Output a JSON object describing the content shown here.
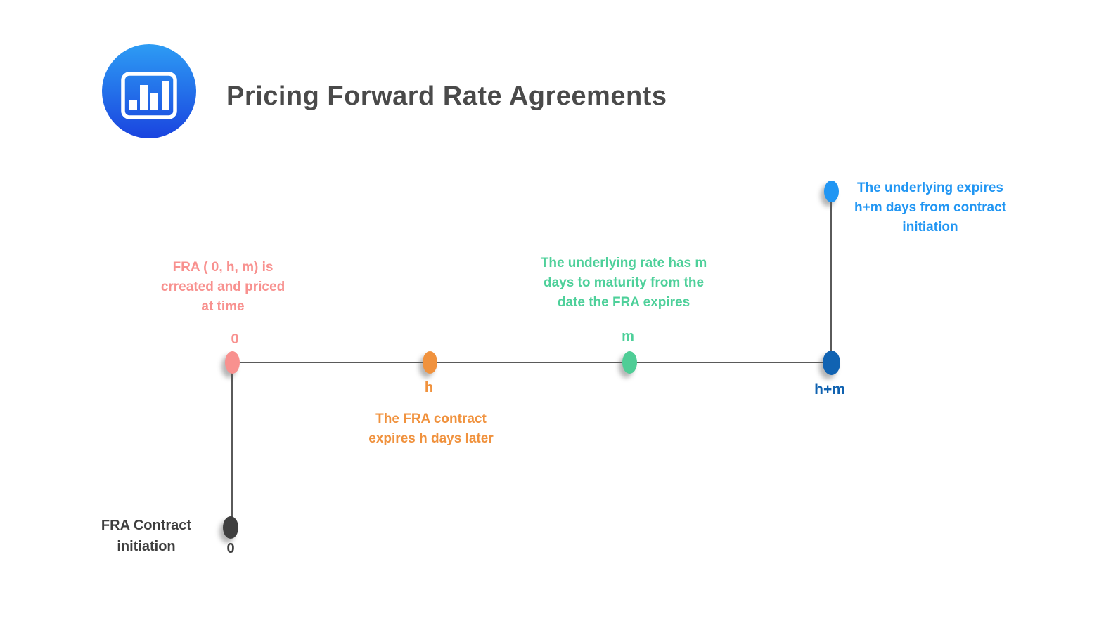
{
  "header": {
    "logo_icon": "bar-chart-icon",
    "title": "Pricing Forward Rate Agreements"
  },
  "colors": {
    "pink": "#f8918f",
    "orange": "#f0923e",
    "green": "#4ed09a",
    "bright_blue": "#2196f3",
    "dark_blue": "#1062b0",
    "dark_gray": "#3e3e3e",
    "title_gray": "#4a4a4a",
    "timeline_line": "#5a5a5a",
    "logo_gradient_top": "#2d9cf4",
    "logo_gradient_bottom": "#1a44df"
  },
  "timeline": {
    "nodes": {
      "origin": {
        "tick": "0",
        "note": "FRA ( 0, h, m) is\ncrreated and priced\nat time"
      },
      "fra_expiry": {
        "tick": "h",
        "note": "The FRA contract\nexpires h days later"
      },
      "underlying_maturity": {
        "tick": "m",
        "note": "The underlying rate has m\ndays to maturity from the\ndate the FRA expires"
      },
      "underlying_expiry": {
        "tick": "h+m",
        "note": "The underlying expires\nh+m days from contract\ninitiation"
      },
      "contract_initiation": {
        "tick": "0",
        "note": "FRA Contract\ninitiation"
      }
    }
  }
}
